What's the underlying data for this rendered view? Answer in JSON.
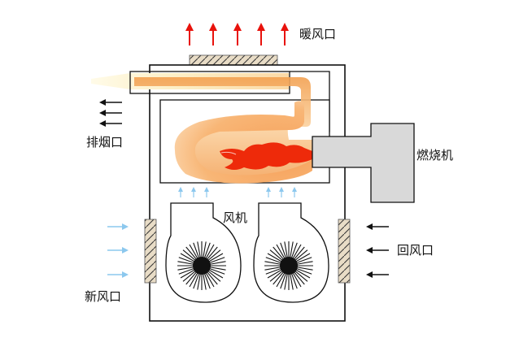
{
  "labels": {
    "warm_air_outlet": "暖风口",
    "exhaust": "排烟口",
    "burner": "燃烧机",
    "fan": "风机",
    "return_air": "回风口",
    "fresh_air": "新风口"
  },
  "colors": {
    "outline": "#111111",
    "red_arrow": "#e8120c",
    "blue_arrow": "#8cc8ee",
    "black_arrow": "#111111",
    "grille_fill": "#e8dcc6",
    "grille_hatch": "#333333",
    "burner_fill": "#d9d9d9",
    "flame_outer": "#f5a460",
    "flame_inner": "#ee2a0a",
    "smoke_light": "#fdf0c8"
  },
  "icons": {
    "up_arrows": "arrow-up-icon",
    "left_arrows": "arrow-left-icon",
    "right_arrows": "arrow-right-icon",
    "fan": "fan-impeller-icon",
    "flame": "flame-icon"
  }
}
